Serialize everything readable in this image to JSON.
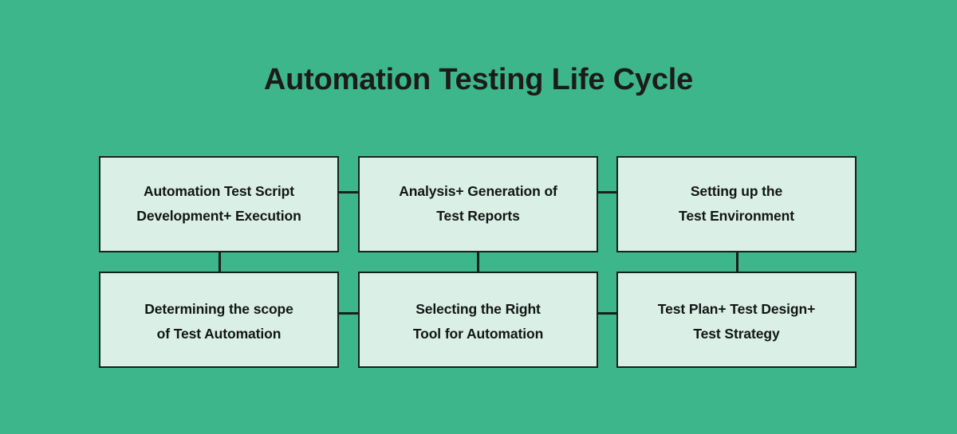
{
  "diagram": {
    "title": "Automation Testing Life Cycle",
    "background_color": "#3db68b",
    "box_fill_color": "#daefe6",
    "box_border_color": "#17211d",
    "text_color": "#111615",
    "title_color": "#1b1b1b",
    "layout": {
      "columns": 3,
      "rows": 2
    },
    "boxes": [
      {
        "id": "automation-test-script-development-execution",
        "row": 1,
        "column": 1,
        "line1": "Automation Test Script",
        "line2": "Development+ Execution"
      },
      {
        "id": "analysis-generation-of-test-reports",
        "row": 1,
        "column": 2,
        "line1": "Analysis+ Generation of",
        "line2": "Test Reports"
      },
      {
        "id": "setting-up-the-test-environment",
        "row": 1,
        "column": 3,
        "line1": "Setting up the",
        "line2": "Test Environment"
      },
      {
        "id": "determining-the-scope-of-test-automation",
        "row": 2,
        "column": 1,
        "line1": "Determining the scope",
        "line2": "of Test Automation"
      },
      {
        "id": "selecting-the-right-tool-for-automation",
        "row": 2,
        "column": 2,
        "line1": "Selecting the Right",
        "line2": "Tool for Automation"
      },
      {
        "id": "test-plan-test-design-test-strategy",
        "row": 2,
        "column": 3,
        "line1": "Test Plan+ Test Design+",
        "line2": "Test Strategy"
      }
    ],
    "connectors": [
      {
        "id": "connector-row1-col1-col2",
        "orientation": "horizontal"
      },
      {
        "id": "connector-row1-col2-col3",
        "orientation": "horizontal"
      },
      {
        "id": "connector-row2-col1-col2",
        "orientation": "horizontal"
      },
      {
        "id": "connector-row2-col2-col3",
        "orientation": "horizontal"
      },
      {
        "id": "connector-col1-row1-row2",
        "orientation": "vertical"
      },
      {
        "id": "connector-col2-row1-row2",
        "orientation": "vertical"
      },
      {
        "id": "connector-col3-row1-row2",
        "orientation": "vertical"
      }
    ]
  }
}
